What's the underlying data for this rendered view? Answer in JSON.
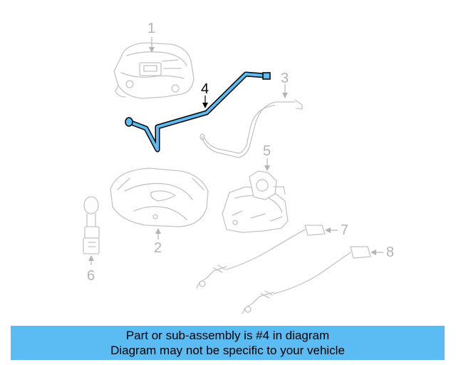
{
  "diagram": {
    "callouts": [
      {
        "id": "1",
        "label": "1"
      },
      {
        "id": "2",
        "label": "2"
      },
      {
        "id": "3",
        "label": "3"
      },
      {
        "id": "4",
        "label": "4"
      },
      {
        "id": "5",
        "label": "5"
      },
      {
        "id": "6",
        "label": "6"
      },
      {
        "id": "7",
        "label": "7"
      },
      {
        "id": "8",
        "label": "8"
      }
    ],
    "highlighted_part": "4",
    "highlight_color": "#5bbcf3",
    "part_line_color": "#c4c4c4"
  },
  "banner": {
    "line1": "Part or sub-assembly is #4 in diagram",
    "line2": "Diagram may not be specific to your vehicle",
    "background": "#5bbcf3"
  }
}
